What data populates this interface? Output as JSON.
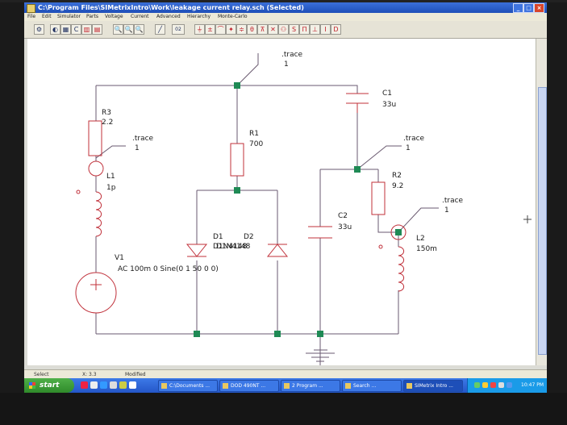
{
  "window": {
    "title": "C:\\Program Files\\SIMetrixIntro\\Work\\leakage current relay.sch (Selected)",
    "minimize_label": "_",
    "maximize_label": "□",
    "close_label": "×"
  },
  "menu": {
    "items": [
      "File",
      "Edit",
      "Simulator",
      "Parts",
      "Voltage",
      "Current",
      "Advanced",
      "Hierarchy",
      "Monte-Carlo"
    ]
  },
  "toolbar": {
    "button_glyphs": [
      "⚙",
      "◐",
      "▦",
      "C",
      "▥",
      "▤",
      "🔍",
      "🔍",
      "🔍",
      "╱",
      "02",
      "⏚",
      "±",
      "⌒",
      "✦",
      "≑",
      "θ",
      "⊼",
      "✕",
      "⚇",
      "S",
      "Π",
      "⊥",
      "I",
      "D"
    ]
  },
  "schematic": {
    "labels": {
      "trace1_name": ".trace",
      "trace1_val": "1",
      "trace2_name": ".trace",
      "trace2_val": "1",
      "trace3_name": ".trace",
      "trace3_val": "1",
      "trace4_name": ".trace",
      "trace4_val": "1",
      "r3_ref": "R3",
      "r3_val": "2.2",
      "l1_ref": "L1",
      "l1_val": "1p",
      "r1_ref": "R1",
      "r1_val": "700",
      "c1_ref": "C1",
      "c1_val": "33u",
      "r2_ref": "R2",
      "r2_val": "9.2",
      "c2_ref": "C2",
      "c2_val": "33u",
      "l2_ref": "L2",
      "l2_val": "150m",
      "d1_ref": "D1",
      "d2_ref": "D2",
      "diode_model": "D1N4148",
      "v1_ref": "V1",
      "v1_val": "AC 100m 0 Sine(0 1 50 0 0)"
    },
    "colors": {
      "component": "#c0303a",
      "wire": "#6a5a70",
      "junction": "#1f8a55",
      "text": "#1a1a1a"
    }
  },
  "statusbar": {
    "mode": "Select",
    "coords": "X: 3.3",
    "state": "Modified"
  },
  "taskbar": {
    "start_label": "start",
    "tasks": [
      "C:\\Documents ...",
      "DOD 490NT ...",
      "2 Program ...",
      "Search ...",
      "SIMetrix Intro ..."
    ],
    "clock": "10:47 PM"
  }
}
